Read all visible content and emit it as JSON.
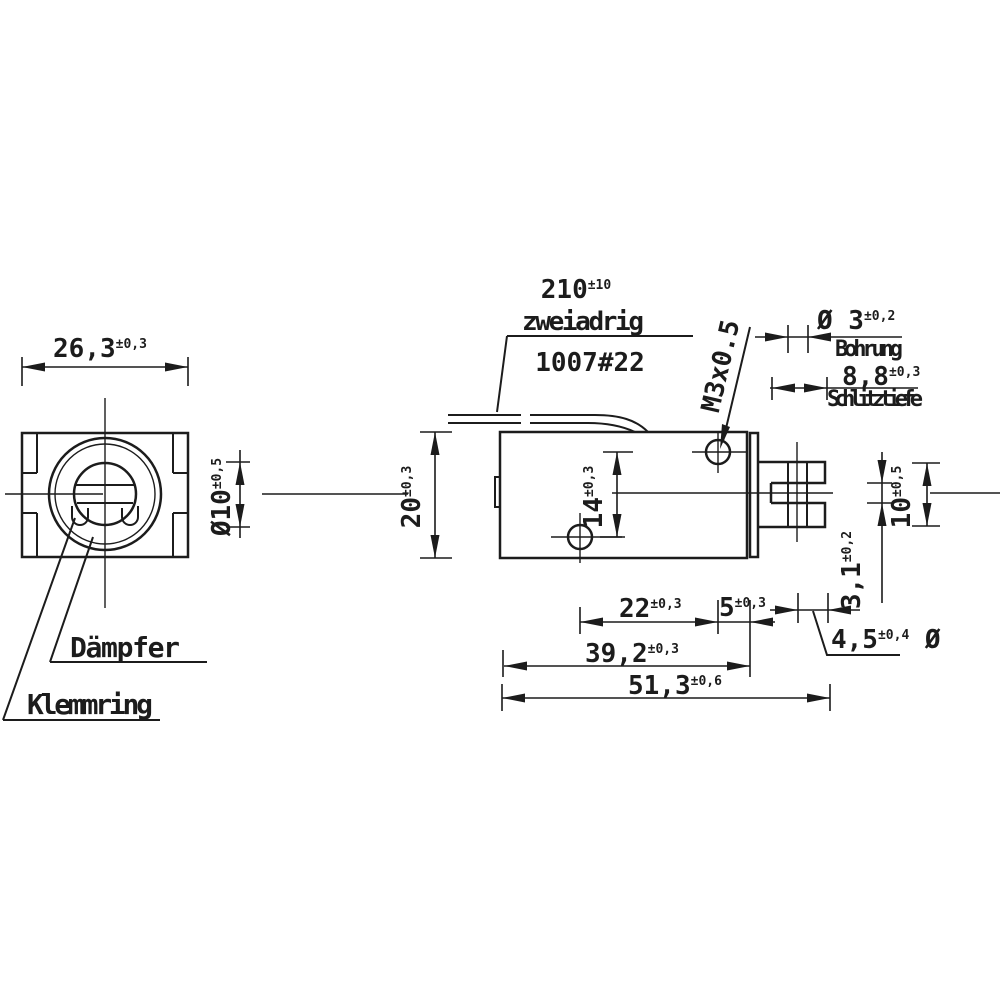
{
  "front_view": {
    "dim_width": {
      "value": "26,3",
      "tol": "±0,3"
    },
    "dim_plunger_dia": {
      "value": "Ø10",
      "tol": "±0,5"
    },
    "label_daempfer": "Dämpfer",
    "label_klemmring": "Klemmring"
  },
  "side_view": {
    "cable": {
      "length": "210",
      "length_tol": "±10",
      "type": "zweiadrig",
      "spec": "1007#22"
    },
    "thread_label": "M3x0.5",
    "dim_bore": {
      "value": "Ø 3",
      "tol": "±0,2",
      "label": "Bohrung"
    },
    "dim_slot_depth": {
      "value": "8,8",
      "tol": "±0,3",
      "label": "Schlitztiefe"
    },
    "dim_body_height": {
      "value": "20",
      "tol": "±0,3"
    },
    "dim_hole_offset": {
      "value": "14",
      "tol": "±0,3"
    },
    "dim_fork_height": {
      "value": "10",
      "tol": "±0,5"
    },
    "dim_slot_width": {
      "value": "3,1",
      "tol": "±0,2"
    },
    "dim_hole_pitch": {
      "value": "22",
      "tol": "±0,3"
    },
    "dim_hole_to_face": {
      "value": "5",
      "tol": "±0,3"
    },
    "dim_body_length": {
      "value": "39,2",
      "tol": "±0,3"
    },
    "dim_total_length": {
      "value": "51,3",
      "tol": "±0,6"
    },
    "dim_pin": {
      "value": "4,5",
      "tol": "±0,4",
      "suffix": " Ø"
    }
  }
}
